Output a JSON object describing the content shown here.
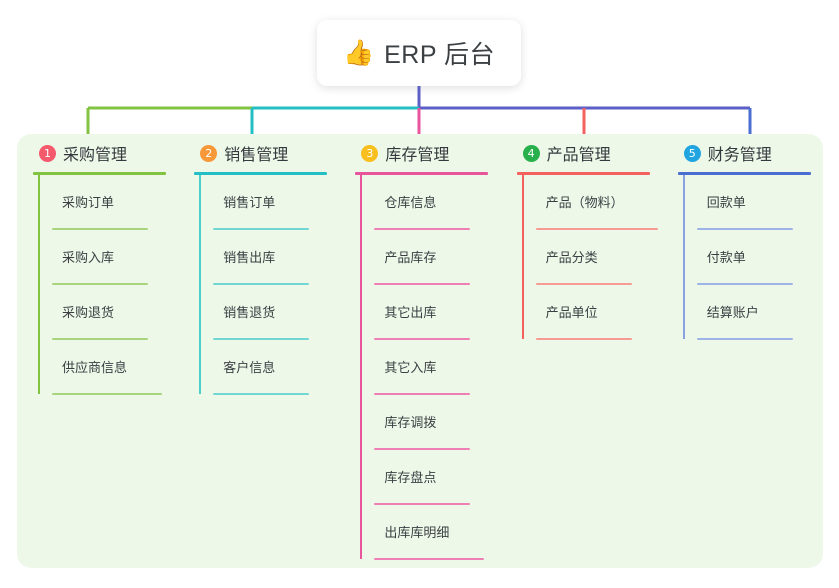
{
  "root": {
    "icon": "thumbs-up-icon",
    "emoji": "👍",
    "title": "ERP 后台"
  },
  "palette": {
    "panel_bg": "#eef8e9",
    "card_bg": "#ffffff",
    "text": "#3b3f43",
    "root_stem": "#5b5fc7",
    "bus_green": "#7cc04a",
    "bus_teal": "#1fbfad",
    "bus_purple": "#5b5fc7"
  },
  "columns": [
    {
      "index": "1",
      "title": "采购管理",
      "badge_color": "#f5596c",
      "line_color": "#82c341",
      "items": [
        "采购订单",
        "采购入库",
        "采购退货",
        "供应商信息"
      ]
    },
    {
      "index": "2",
      "title": "销售管理",
      "badge_color": "#f79839",
      "line_color": "#24bfc4",
      "items": [
        "销售订单",
        "销售出库",
        "销售退货",
        "客户信息"
      ]
    },
    {
      "index": "3",
      "title": "库存管理",
      "badge_color": "#f9bf1e",
      "line_color": "#e8559c",
      "items": [
        "仓库信息",
        "产品库存",
        "其它出库",
        "其它入库",
        "库存调拨",
        "库存盘点",
        "出库库明细"
      ]
    },
    {
      "index": "4",
      "title": "产品管理",
      "badge_color": "#27b04b",
      "line_color": "#f4625f",
      "items": [
        "产品（物料）",
        "产品分类",
        "产品单位"
      ]
    },
    {
      "index": "5",
      "title": "财务管理",
      "badge_color": "#21a5e0",
      "line_color": "#4a6fd1",
      "items": [
        "回款单",
        "付款单",
        "结算账户"
      ]
    }
  ]
}
